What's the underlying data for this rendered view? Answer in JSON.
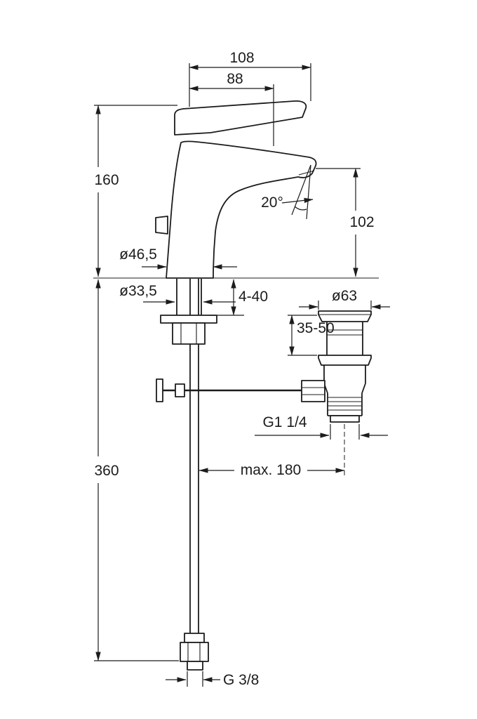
{
  "diagram": {
    "kind": "technical-drawing-basin-mixer-with-popup-waste",
    "colors": {
      "line": "#1c1c1c",
      "background": "#ffffff"
    },
    "dimensions": {
      "top_width": "108",
      "spout_reach": "88",
      "body_height": "160",
      "spout_angle": "20°",
      "outlet_height": "102",
      "base_diameter": "ø46,5",
      "hole_diameter": "ø33,5",
      "deck_thickness": "4-40",
      "waste_diameter": "ø63",
      "waste_depth": "35-50",
      "waste_thread": "G1 1/4",
      "max_distance": "max. 180",
      "hose_length": "360",
      "hose_thread": "G 3/8"
    }
  }
}
